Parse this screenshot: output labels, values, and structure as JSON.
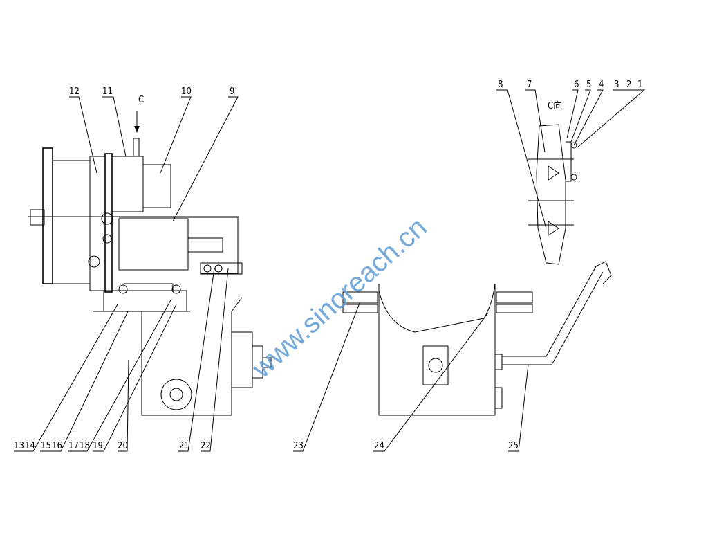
{
  "labels": {
    "l1": "1",
    "l2": "2",
    "l3": "3",
    "l4": "4",
    "l5": "5",
    "l6": "6",
    "l7": "7",
    "l8": "8",
    "l9": "9",
    "l10": "10",
    "l11": "11",
    "l12": "12",
    "l13": "13",
    "l14": "14",
    "l15": "15",
    "l16": "16",
    "l17": "17",
    "l18": "18",
    "l19": "19",
    "l20": "20",
    "l21": "21",
    "l22": "22",
    "l23": "23",
    "l24": "24",
    "l25": "25"
  },
  "view_marker": "C",
  "view_title": "C向",
  "watermark": "www.sinoreach.cn"
}
